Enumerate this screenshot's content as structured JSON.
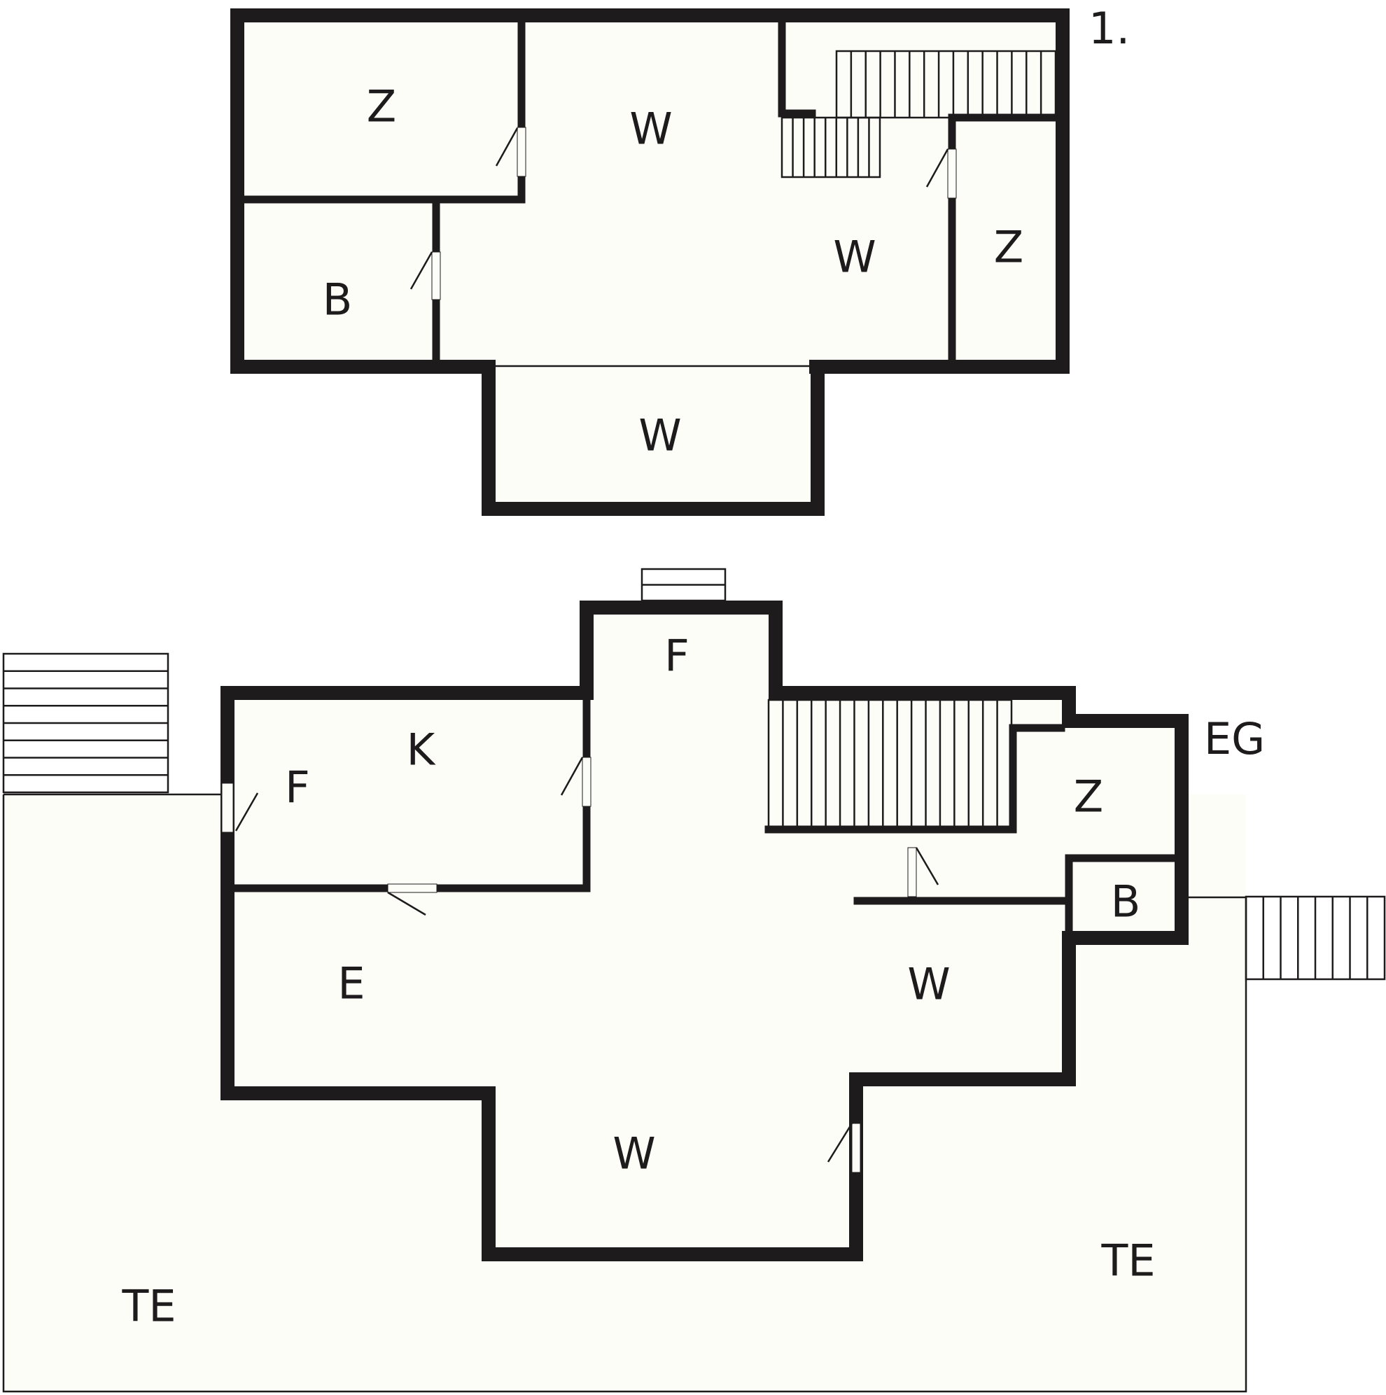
{
  "upper_floor": {
    "floor_label": "1.",
    "rooms": {
      "z_left": "Z",
      "w_top": "W",
      "b_left": "B",
      "w_mid": "W",
      "z_right": "Z",
      "w_bottom": "W"
    }
  },
  "ground_floor": {
    "floor_label": "EG",
    "rooms": {
      "f_top": "F",
      "k": "K",
      "f_left": "F",
      "e": "E",
      "z": "Z",
      "b": "B",
      "w_right": "W",
      "w_bottom": "W",
      "te_left": "TE",
      "te_right": "TE"
    }
  },
  "colors": {
    "wall": "#1d1b1b",
    "floor": "#fdfdf8"
  }
}
